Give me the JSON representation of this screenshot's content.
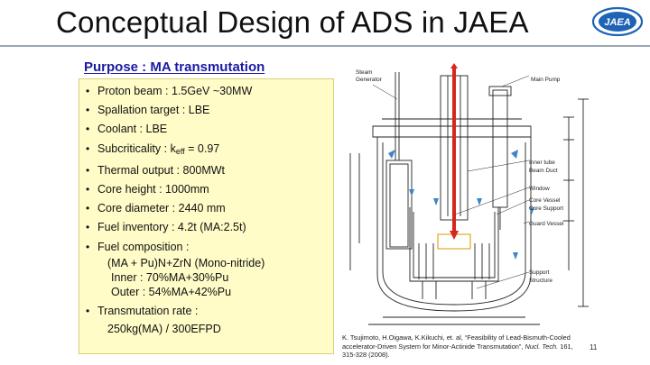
{
  "slide": {
    "title": "Conceptual Design of ADS in JAEA",
    "logo_text": "JAEA",
    "purpose": "Purpose : MA transmutation",
    "page_number": "11"
  },
  "specs": [
    {
      "label": "Proton beam : 1.5GeV  ~30MW"
    },
    {
      "label": "Spallation target : LBE"
    },
    {
      "label": "Coolant : LBE"
    },
    {
      "label_pre": "Subcriticality :  k",
      "sub": "eff",
      "label_post": " = 0.97"
    },
    {
      "label": "Thermal output :  800MWt"
    },
    {
      "label": "Core height : 1000mm"
    },
    {
      "label": "Core diameter : 2440 mm"
    },
    {
      "label": "Fuel inventory  :  4.2t (MA:2.5t)"
    },
    {
      "label": "Fuel composition  :"
    },
    {
      "label": "Transmutation rate :"
    }
  ],
  "fuel_composition": {
    "line1": "(MA + Pu)N+ZrN (Mono-nitride)",
    "line2": "Inner : 70%MA+30%Pu",
    "line3": "Outer : 54%MA+42%Pu"
  },
  "transmutation_value": "250kg(MA)  / 300EFPD",
  "diagram_labels": {
    "steam_gen_1": "Steam",
    "steam_gen_2": "Generator",
    "main_pump": "Main Pump",
    "inner_tube": "Inner tube",
    "beam_duct": "Beam Duct",
    "window": "Window",
    "core_vessel": "Core Vessel",
    "core_support": "Core Support",
    "guard_vessel": "Guard Vessel",
    "support_1": "Support",
    "support_2": "Structure"
  },
  "reference": {
    "authors": "K. Tsujimoto, H.Oigawa, K.Kikuchi, et. al, “Feasibility of Lead-Bismuth-Cooled accelerator-Driven System for Minor-Actinide Transmutation”,",
    "journal": "Nucl. Tech.",
    "details": " 161, 315-328 (2008)."
  },
  "colors": {
    "purpose": "#1a1aa6",
    "box_bg": "#fffcc7",
    "red_text": "#c0151b",
    "logo": "#1f63b5",
    "beam": "#d7261e",
    "flow_arrow": "#3d84c6"
  }
}
